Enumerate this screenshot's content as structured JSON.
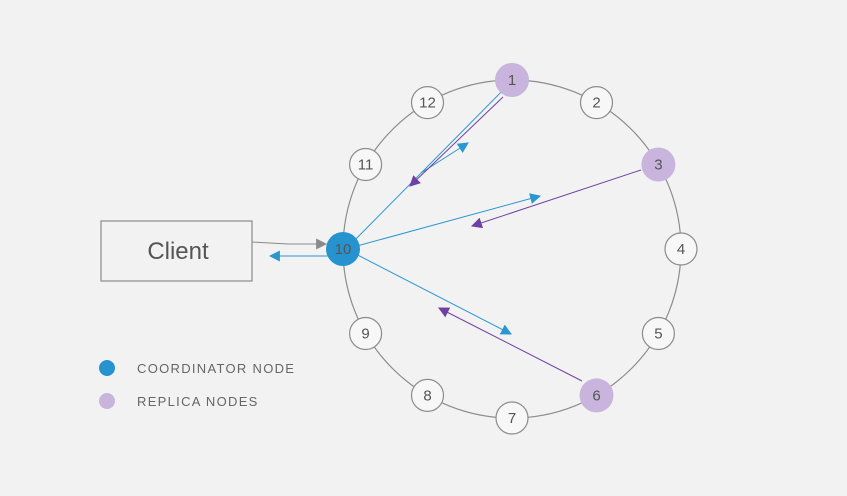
{
  "colors": {
    "background": "#f2f2f2",
    "ring": "#8c8c8c",
    "node_fill": "#f7f7f7",
    "node_stroke": "#8c8c8c",
    "node_text": "#555555",
    "coordinator": "#2693cf",
    "replica": "#c8b4dd",
    "request_arrow": "#2a96d2",
    "response_arrow": "#7040a4",
    "client_arrow": "#8a8a8a",
    "legend_text": "#666666"
  },
  "client": {
    "label": "Client"
  },
  "ring": {
    "nodes": [
      {
        "id": 1,
        "label": "1",
        "role": "replica"
      },
      {
        "id": 2,
        "label": "2",
        "role": "normal"
      },
      {
        "id": 3,
        "label": "3",
        "role": "replica"
      },
      {
        "id": 4,
        "label": "4",
        "role": "normal"
      },
      {
        "id": 5,
        "label": "5",
        "role": "normal"
      },
      {
        "id": 6,
        "label": "6",
        "role": "replica"
      },
      {
        "id": 7,
        "label": "7",
        "role": "normal"
      },
      {
        "id": 8,
        "label": "8",
        "role": "normal"
      },
      {
        "id": 9,
        "label": "9",
        "role": "normal"
      },
      {
        "id": 10,
        "label": "10",
        "role": "coordinator"
      },
      {
        "id": 11,
        "label": "11",
        "role": "normal"
      },
      {
        "id": 12,
        "label": "12",
        "role": "normal"
      }
    ]
  },
  "connections": [
    {
      "from": "client",
      "to": 10,
      "kind": "client"
    },
    {
      "from": 10,
      "to": 1,
      "kind": "request"
    },
    {
      "from": 10,
      "to": 3,
      "kind": "request"
    },
    {
      "from": 10,
      "to": 6,
      "kind": "request"
    }
  ],
  "legend": [
    {
      "label": "COORDINATOR NODE",
      "role": "coordinator"
    },
    {
      "label": "REPLICA NODES",
      "role": "replica"
    }
  ]
}
